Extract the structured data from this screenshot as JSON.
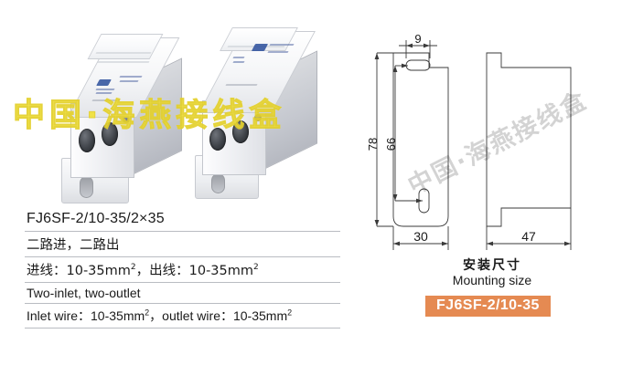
{
  "watermark": {
    "photo_text": "中国·海燕接线盒",
    "drawing_text": "中国·海燕接线盒",
    "photo_color": "#f2e23a"
  },
  "spec": {
    "rows": [
      {
        "id": "model",
        "text": "FJ6SF-2/10-35/2×35"
      },
      {
        "id": "circuits_cn",
        "text": "二路进，二路出"
      },
      {
        "id": "wire_cn_prefix_in",
        "text": "进线：10-35mm",
        "sup1": "2",
        "mid": "，出线：10-35mm",
        "sup2": "2"
      },
      {
        "id": "circuits_en",
        "text": "Two-inlet, two-outlet"
      },
      {
        "id": "wire_en_prefix_in",
        "text": "Inlet wire：10-35mm",
        "sup1": "2",
        "mid": "，outlet wire：10-35mm",
        "sup2": "2"
      }
    ]
  },
  "drawing": {
    "dimensions": {
      "top_slot_width": "9",
      "overall_height": "78",
      "slot_span_height": "66",
      "front_width": "30",
      "side_width": "47"
    }
  },
  "caption": {
    "cn": "安装尺寸",
    "en": "Mounting size"
  },
  "badge": {
    "label": "FJ6SF-2/10-35",
    "color": "#e58a52"
  }
}
